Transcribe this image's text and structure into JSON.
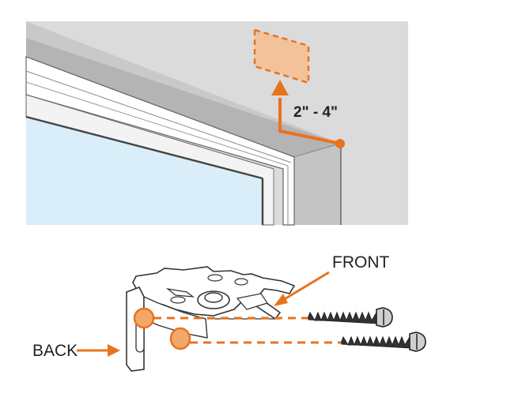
{
  "window_diagram": {
    "measurement_label": "2\" - 4\""
  },
  "bracket_diagram": {
    "front_label": "FRONT",
    "back_label": "BACK"
  },
  "colors": {
    "accent": "#E8731F",
    "wall": "#DBDBDB",
    "bracket_area": "#F2C39A",
    "glass": "#D9EEF8"
  }
}
